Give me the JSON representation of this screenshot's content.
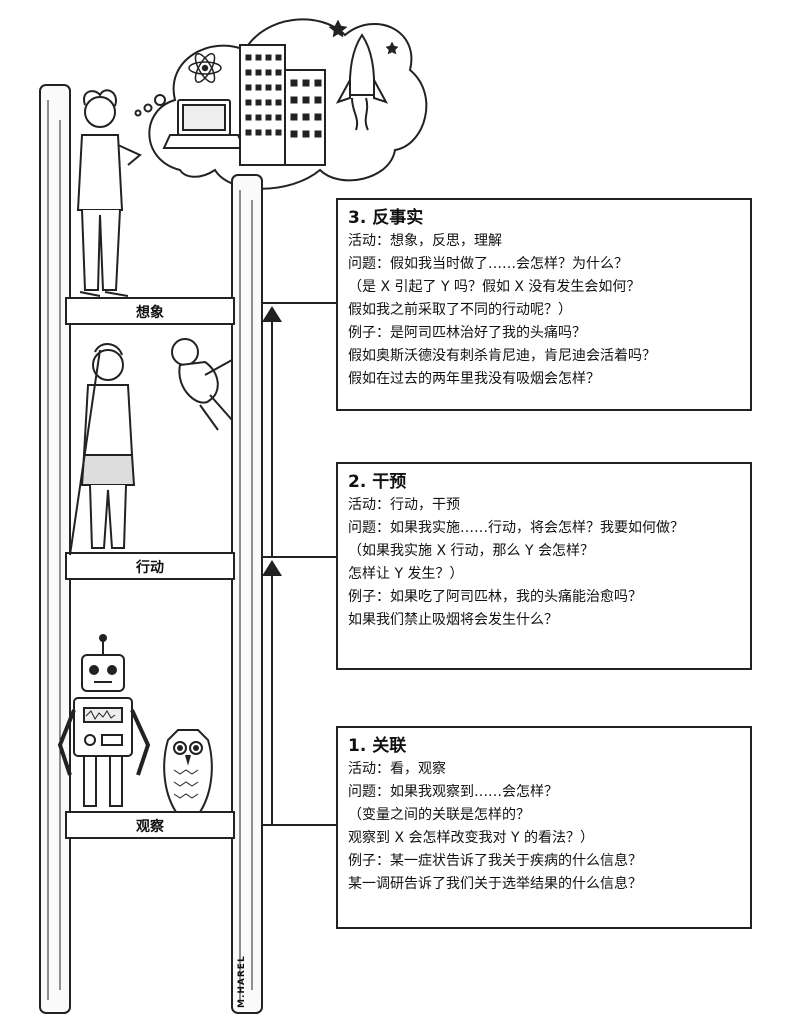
{
  "rungs": {
    "top": "想象",
    "middle": "行动",
    "bottom": "观察"
  },
  "signature": "M.HAREL",
  "boxes": [
    {
      "title": "3. 反事实",
      "lines": [
        "活动：想象，反思，理解",
        "问题：假如我当时做了……会怎样？为什么？",
        "（是 X 引起了 Y 吗？假如 X 没有发生会如何？",
        "假如我之前采取了不同的行动呢？）",
        "例子：是阿司匹林治好了我的头痛吗？",
        "假如奥斯沃德没有刺杀肯尼迪，肯尼迪会活着吗？",
        "假如在过去的两年里我没有吸烟会怎样？"
      ]
    },
    {
      "title": "2. 干预",
      "lines": [
        "活动：行动，干预",
        "问题：如果我实施……行动，将会怎样？我要如何做？",
        "（如果我实施 X 行动，那么 Y 会怎样？",
        "怎样让 Y 发生？）",
        "例子：如果吃了阿司匹林，我的头痛能治愈吗？",
        "如果我们禁止吸烟将会发生什么？"
      ]
    },
    {
      "title": "1. 关联",
      "lines": [
        "活动：看，观察",
        "问题：如果我观察到……会怎样？",
        "（变量之间的关联是怎样的？",
        "观察到 X 会怎样改变我对 Y 的看法？）",
        "例子：某一症状告诉了我关于疾病的什么信息？",
        "某一调研告诉了我们关于选举结果的什么信息？"
      ]
    }
  ]
}
